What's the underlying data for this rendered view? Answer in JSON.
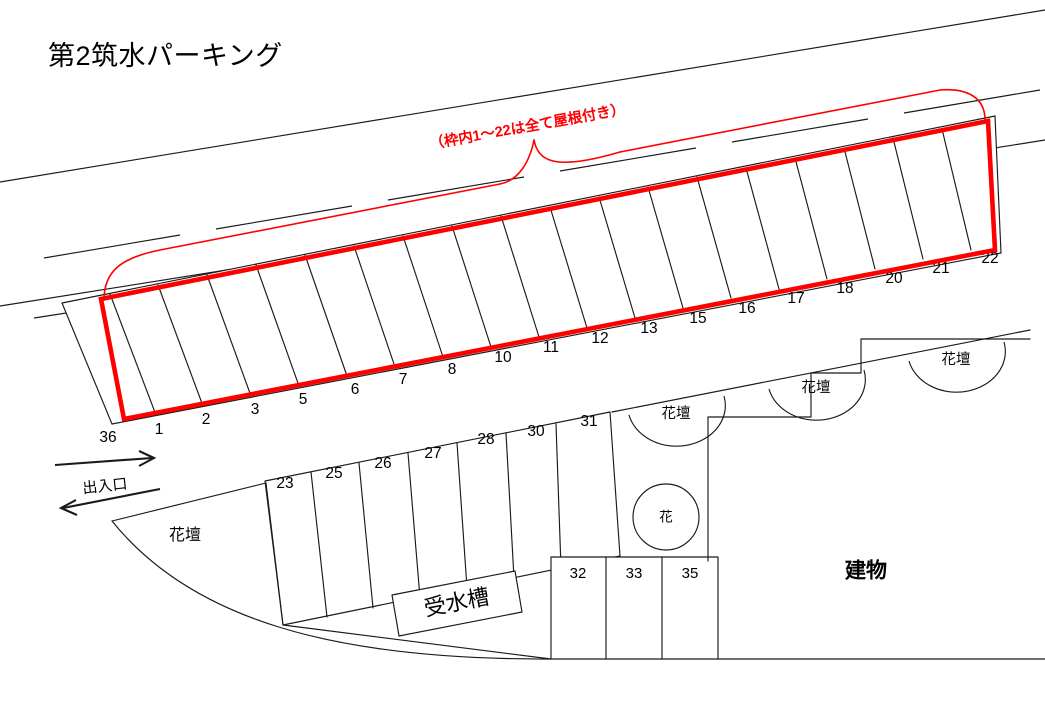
{
  "document": {
    "title": "第2筑水パーキング",
    "type": "parking-lot-site-map"
  },
  "annotation": {
    "roof_note": "（枠内1～22は全て屋根付き）",
    "roof_note_color": "#ff0000"
  },
  "legend": {
    "building_label": "建物",
    "water_tank_label": "受水槽",
    "gate_label": "出入口",
    "flower_circle_label": "花",
    "flower_bed_label": "花壇"
  },
  "rows": {
    "covered_row": {
      "name": "top-covered-row",
      "stalls": [
        "1",
        "2",
        "3",
        "5",
        "6",
        "7",
        "8",
        "10",
        "11",
        "12",
        "13",
        "15",
        "16",
        "17",
        "18",
        "20",
        "21",
        "22"
      ],
      "outside_left_stall": "36",
      "covered": true
    },
    "middle_row": {
      "name": "middle-row",
      "stalls": [
        "23",
        "25",
        "26",
        "27",
        "28",
        "30",
        "31"
      ],
      "covered": false
    },
    "bottom_row": {
      "name": "bottom-row",
      "stalls": [
        "32",
        "33",
        "35"
      ],
      "covered": false
    }
  },
  "flower_beds": [
    {
      "id": "bed-1",
      "label": "花壇"
    },
    {
      "id": "bed-2",
      "label": "花壇"
    },
    {
      "id": "bed-3",
      "label": "花壇"
    },
    {
      "id": "bed-4",
      "label": "花壇"
    }
  ],
  "colors": {
    "outline_red": "#ff0000",
    "line_black": "#1a1a1a",
    "background": "#ffffff"
  }
}
